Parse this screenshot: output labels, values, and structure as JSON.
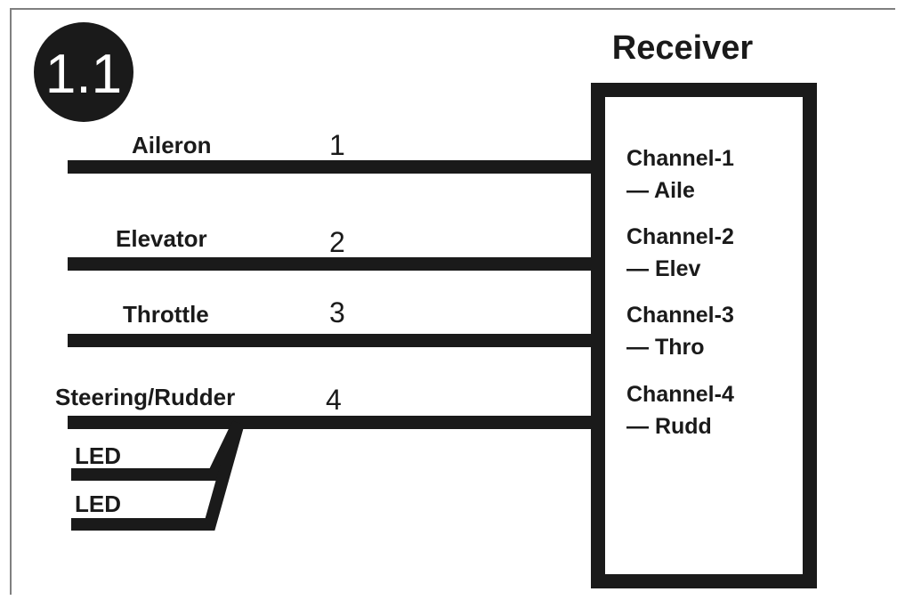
{
  "badge": "1.1",
  "receiver": {
    "title": "Receiver",
    "channels": [
      {
        "name": "Channel-1",
        "abbr": "— Aile"
      },
      {
        "name": "Channel-2",
        "abbr": "— Elev"
      },
      {
        "name": "Channel-3",
        "abbr": "— Thro"
      },
      {
        "name": "Channel-4",
        "abbr": "— Rudd"
      }
    ]
  },
  "wires": [
    {
      "label": "Aileron",
      "number": "1"
    },
    {
      "label": "Elevator",
      "number": "2"
    },
    {
      "label": "Throttle",
      "number": "3"
    },
    {
      "label": "Steering/Rudder",
      "number": "4"
    }
  ],
  "led_wires": [
    {
      "label": "LED"
    },
    {
      "label": "LED"
    }
  ],
  "colors": {
    "ink": "#1a1a1a",
    "frame": "#808080",
    "background": "#ffffff"
  }
}
